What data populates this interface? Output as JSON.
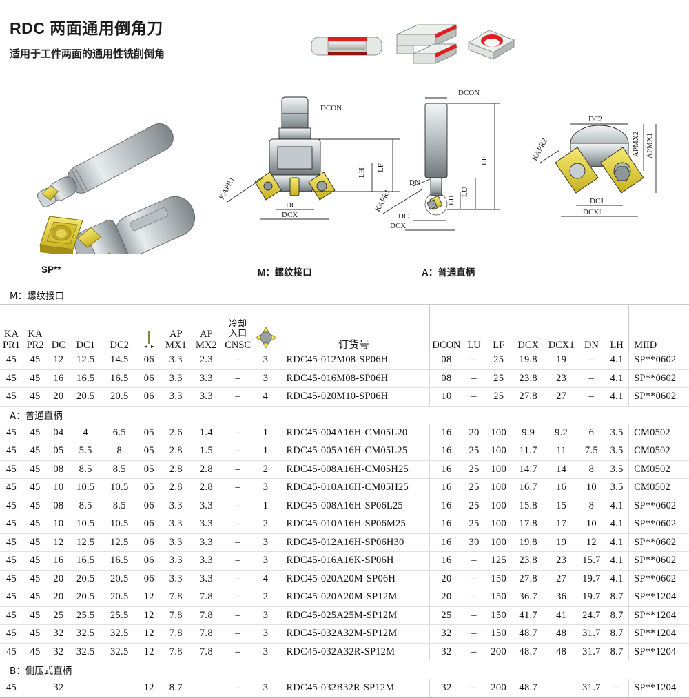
{
  "header": {
    "title": "RDC 两面通用倒角刀",
    "subtitle": "适用于工件两面的通用性铣削倒角"
  },
  "captions": {
    "insert": "SP**",
    "m_type": "M：螺纹接口",
    "a_type": "A：普通直柄"
  },
  "diagram_labels": {
    "m": [
      "DCON",
      "LH",
      "LF",
      "KAPR1",
      "DC",
      "DCX"
    ],
    "a": [
      "DCON",
      "LF",
      "LU",
      "LH",
      "KAPR1",
      "DN",
      "DC",
      "DCX"
    ],
    "front": [
      "DC2",
      "KAPR2",
      "APMX2",
      "APMX1",
      "DC1",
      "DCX1"
    ]
  },
  "colors": {
    "insert_yellow": "#efe24d",
    "chamfer_red": "#e02020",
    "body_gray": "#b9c0c2",
    "rule": "#b3b3b3"
  },
  "table": {
    "headers": {
      "kapr1": [
        "KA",
        "PR1"
      ],
      "kapr2": [
        "KA",
        "PR2"
      ],
      "dc": "DC",
      "dc1": "DC1",
      "dc2": "DC2",
      "size": "insert-size-icon",
      "apmx1": [
        "AP",
        "MX1"
      ],
      "apmx2": [
        "AP",
        "MX2"
      ],
      "cnsc": [
        "冷却",
        "入口",
        "CNSC"
      ],
      "count": "insert-count-icon",
      "order": "订货号",
      "dcon": "DCON",
      "lu": "LU",
      "lf": "LF",
      "dcx": "DCX",
      "dcx1": "DCX1",
      "dn": "DN",
      "lh": "LH",
      "miid": "MIID"
    },
    "sections": [
      {
        "label": "M：螺纹接口",
        "rows": [
          [
            "45",
            "45",
            "12",
            "12.5",
            "14.5",
            "06",
            "3.3",
            "2.3",
            "–",
            "3",
            "RDC45-012M08-SP06H",
            "08",
            "–",
            "25",
            "19.8",
            "19",
            "–",
            "4.1",
            "SP**0602"
          ],
          [
            "45",
            "45",
            "16",
            "16.5",
            "16.5",
            "06",
            "3.3",
            "3.3",
            "–",
            "3",
            "RDC45-016M08-SP06H",
            "08",
            "–",
            "25",
            "23.8",
            "23",
            "–",
            "4.1",
            "SP**0602"
          ],
          [
            "45",
            "45",
            "20",
            "20.5",
            "20.5",
            "06",
            "3.3",
            "3.3",
            "–",
            "4",
            "RDC45-020M10-SP06H",
            "10",
            "–",
            "25",
            "27.8",
            "27",
            "–",
            "4.1",
            "SP**0602"
          ]
        ]
      },
      {
        "label": "A：普通直柄",
        "rows": [
          [
            "45",
            "45",
            "04",
            "4",
            "6.5",
            "05",
            "2.6",
            "1.4",
            "–",
            "1",
            "RDC45-004A16H-CM05L20",
            "16",
            "20",
            "100",
            "9.9",
            "9.2",
            "6",
            "3.5",
            "CM0502"
          ],
          [
            "45",
            "45",
            "05",
            "5.5",
            "8",
            "05",
            "2.8",
            "1.5",
            "–",
            "1",
            "RDC45-005A16H-CM05L25",
            "16",
            "25",
            "100",
            "11.7",
            "11",
            "7.5",
            "3.5",
            "CM0502"
          ],
          [
            "45",
            "45",
            "08",
            "8.5",
            "8.5",
            "05",
            "2.8",
            "2.8",
            "–",
            "2",
            "RDC45-008A16H-CM05H25",
            "16",
            "25",
            "100",
            "14.7",
            "14",
            "8",
            "3.5",
            "CM0502"
          ],
          [
            "45",
            "45",
            "10",
            "10.5",
            "10.5",
            "05",
            "2.8",
            "2.8",
            "–",
            "3",
            "RDC45-010A16H-CM05H25",
            "16",
            "25",
            "100",
            "16.7",
            "16",
            "10",
            "3.5",
            "CM0502"
          ],
          [
            "45",
            "45",
            "08",
            "8.5",
            "8.5",
            "06",
            "3.3",
            "3.3",
            "–",
            "1",
            "RDC45-008A16H-SP06L25",
            "16",
            "25",
            "100",
            "15.8",
            "15",
            "8",
            "4.1",
            "SP**0602"
          ],
          [
            "45",
            "45",
            "10",
            "10.5",
            "10.5",
            "06",
            "3.3",
            "3.3",
            "–",
            "2",
            "RDC45-010A16H-SP06M25",
            "16",
            "25",
            "100",
            "17.8",
            "17",
            "10",
            "4.1",
            "SP**0602"
          ],
          [
            "45",
            "45",
            "12",
            "12.5",
            "12.5",
            "06",
            "3.3",
            "3.3",
            "–",
            "3",
            "RDC45-012A16H-SP06H30",
            "16",
            "30",
            "100",
            "19.8",
            "19",
            "12",
            "4.1",
            "SP**0602"
          ],
          [
            "45",
            "45",
            "16",
            "16.5",
            "16.5",
            "06",
            "3.3",
            "3.3",
            "–",
            "3",
            "RDC45-016A16K-SP06H",
            "16",
            "–",
            "125",
            "23.8",
            "23",
            "15.7",
            "4.1",
            "SP**0602"
          ],
          [
            "45",
            "45",
            "20",
            "20.5",
            "20.5",
            "06",
            "3.3",
            "3.3",
            "–",
            "4",
            "RDC45-020A20M-SP06H",
            "20",
            "–",
            "150",
            "27.8",
            "27",
            "19.7",
            "4.1",
            "SP**0602"
          ],
          [
            "45",
            "45",
            "20",
            "20.5",
            "20.5",
            "12",
            "7.8",
            "7.8",
            "–",
            "2",
            "RDC45-020A20M-SP12M",
            "20",
            "–",
            "150",
            "36.7",
            "36",
            "19.7",
            "8.7",
            "SP**1204"
          ],
          [
            "45",
            "45",
            "25",
            "25.5",
            "25.5",
            "12",
            "7.8",
            "7.8",
            "–",
            "3",
            "RDC45-025A25M-SP12M",
            "25",
            "–",
            "150",
            "41.7",
            "41",
            "24.7",
            "8.7",
            "SP**1204"
          ],
          [
            "45",
            "45",
            "32",
            "32.5",
            "32.5",
            "12",
            "7.8",
            "7.8",
            "–",
            "3",
            "RDC45-032A32M-SP12M",
            "32",
            "–",
            "150",
            "48.7",
            "48",
            "31.7",
            "8.7",
            "SP**1204"
          ],
          [
            "45",
            "45",
            "32",
            "32.5",
            "32.5",
            "12",
            "7.8",
            "7.8",
            "–",
            "3",
            "RDC45-032A32R-SP12M",
            "32",
            "–",
            "200",
            "48.7",
            "48",
            "31.7",
            "8.7",
            "SP**1204"
          ]
        ]
      },
      {
        "label": "B：侧压式直柄",
        "rows": [
          [
            "45",
            "",
            "32",
            "",
            "",
            "12",
            "8.7",
            "",
            "–",
            "3",
            "RDC45-032B32R-SP12M",
            "32",
            "–",
            "200",
            "48.7",
            "",
            "31.7",
            "–",
            "SP**1204"
          ]
        ]
      }
    ]
  }
}
